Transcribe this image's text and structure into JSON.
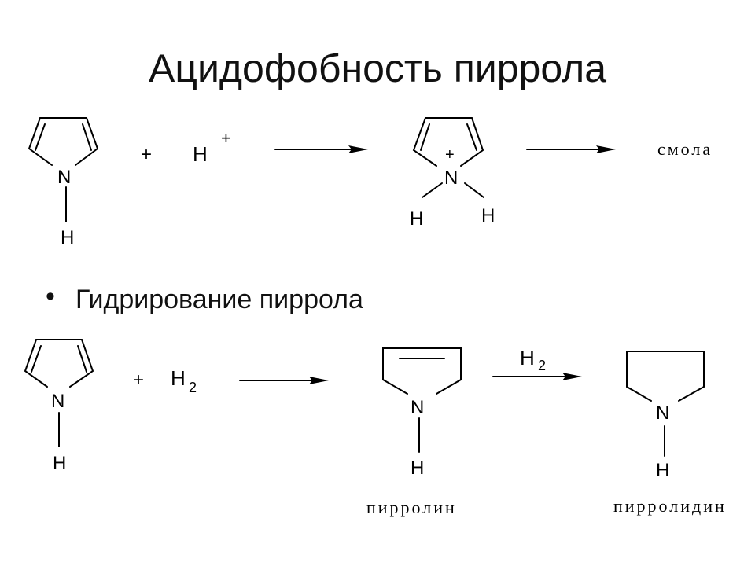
{
  "slide": {
    "title": "Ацидофобность пиррола",
    "bullet_symbol": "•",
    "bullet_text": "Гидрирование пиррола"
  },
  "reaction1": {
    "reactant_n": "N",
    "reactant_h": "H",
    "plus": "+",
    "proton": "H",
    "proton_charge": "+",
    "product_n": "N",
    "product_charge": "+",
    "product_h_left": "H",
    "product_h_right": "H",
    "final_product": "смола"
  },
  "reaction2": {
    "reactant_n": "N",
    "reactant_h": "H",
    "plus": "+",
    "reagent": "H",
    "reagent_subscript": "2",
    "pyrroline_n": "N",
    "pyrroline_h": "H",
    "pyrroline_name": "пирролин",
    "arrow_reagent": "H",
    "arrow_reagent_subscript": "2",
    "pyrrolidine_n": "N",
    "pyrrolidine_h": "H",
    "pyrrolidine_name": "пирролидин"
  }
}
